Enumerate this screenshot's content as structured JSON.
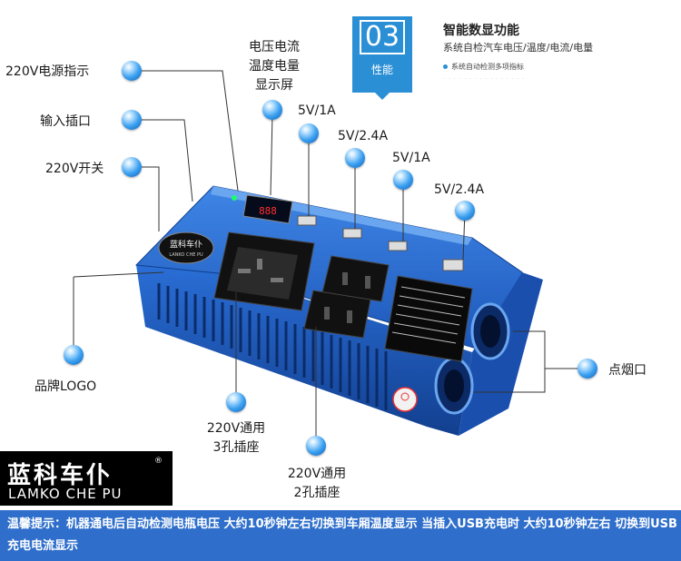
{
  "feature_box": {
    "number": "03",
    "tag": "性能",
    "title": "智能数显功能",
    "subtitle": "系统自检汽车电压/温度/电流/电量",
    "note": "系统自动检测多项指标"
  },
  "callouts": {
    "power_indicator": "220V电源指示",
    "input_port": "输入插口",
    "switch": "220V开关",
    "display_line1": "电压电流",
    "display_line2": "温度电量",
    "display_line3": "显示屏",
    "usb1": "5V/1A",
    "usb2": "5V/2.4A",
    "usb3": "5V/1A",
    "usb4": "5V/2.4A",
    "brand_logo": "品牌LOGO",
    "socket3_line1": "220V通用",
    "socket3_line2": "3孔插座",
    "socket2_line1": "220V通用",
    "socket2_line2": "2孔插座",
    "cigarette": "点烟口"
  },
  "device": {
    "logo_text": "蓝科车仆",
    "logo_sub": "LANKO CHE PU",
    "display_reading": "888"
  },
  "brand": {
    "name_cn": "蓝科车仆",
    "reg": "®",
    "name_en": "LAMKO CHE PU"
  },
  "tip": {
    "text": "温馨提示：机器通电后自动检测电瓶电压  大约10秒钟左右切换到车厢温度显示  当插入USB充电时  大约10秒钟左右  切换到USB充电电流显示"
  },
  "colors": {
    "accent": "#2b8fd6",
    "device_blue": "#1f63c9",
    "tip_bar": "#2f6fcb"
  }
}
